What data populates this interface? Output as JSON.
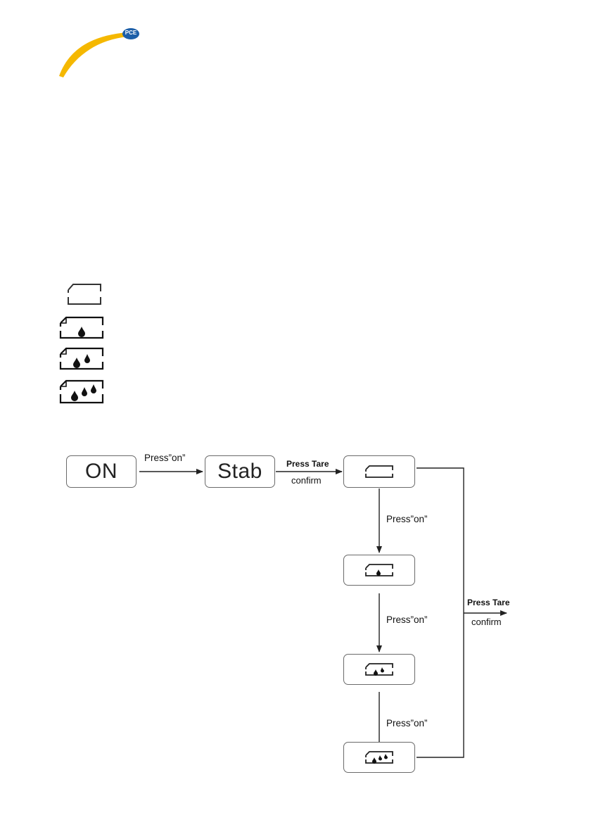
{
  "logo": {
    "badge_text": "PCE",
    "colors": {
      "arc": "#f5b800",
      "badge": "#1d5fa8"
    }
  },
  "legend": {
    "items": [
      {
        "icon": "paper-icon",
        "drops": 0
      },
      {
        "icon": "paper-one-drop-icon",
        "drops": 1
      },
      {
        "icon": "paper-two-drops-icon",
        "drops": 2
      },
      {
        "icon": "paper-three-drops-icon",
        "drops": 3
      }
    ]
  },
  "flow": {
    "on_box": "ON",
    "stab_box": "Stab",
    "press_on": "Press”on”",
    "press_tare": "Press Tare",
    "confirm": "confirm"
  }
}
